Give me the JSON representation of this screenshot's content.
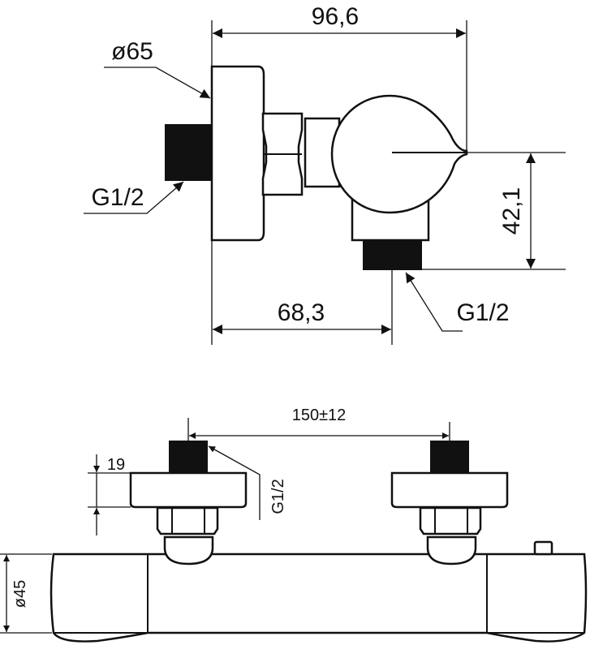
{
  "side_view": {
    "dim_total_depth": "96,6",
    "dim_flange_diameter": "ø65",
    "dim_inlet_thread": "G1/2",
    "dim_outlet_height": "42,1",
    "dim_outlet_depth": "68,3",
    "dim_outlet_thread": "G1/2"
  },
  "front_view": {
    "dim_inlet_spacing": "150±12",
    "dim_flange_height": "19",
    "dim_inlet_thread": "G1/2",
    "dim_body_diameter": "ø45"
  }
}
